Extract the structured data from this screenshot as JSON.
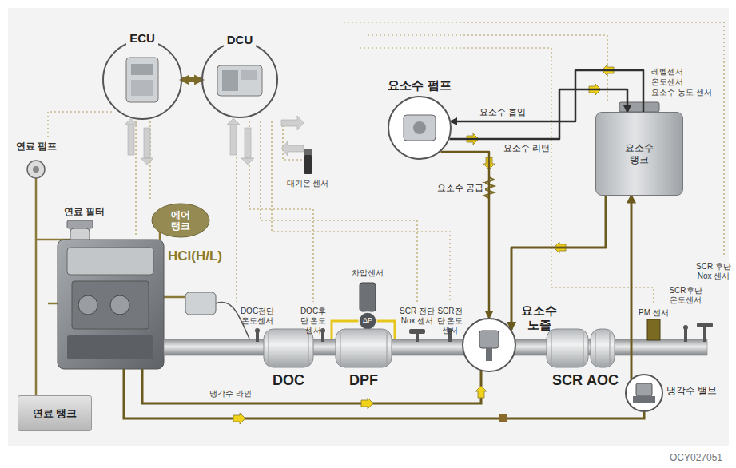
{
  "diagram": {
    "nodes": [
      {
        "text": [
          "ECU"
        ]
      },
      {
        "text": [
          "DCU"
        ]
      },
      {
        "text": [
          "요소수 펌프"
        ]
      },
      {
        "text": [
          "요소수 탱크"
        ]
      },
      {
        "text": [
          "에어 탱크"
        ]
      },
      {
        "text": [
          "DOC"
        ]
      },
      {
        "text": [
          "DPF"
        ]
      },
      {
        "text": [
          "SCR"
        ]
      },
      {
        "text": [
          "AOC"
        ]
      },
      {
        "text": [
          "요소수 노즐"
        ]
      },
      {
        "text": [
          "냉각수 밸브"
        ]
      },
      {
        "text": [
          "연료 탱크"
        ]
      }
    ],
    "edges": [
      {
        "from": 0,
        "to": 1,
        "arrow": "both"
      },
      {
        "from": 3,
        "to": 2,
        "label": "요소수 흡입",
        "arrow": "to"
      },
      {
        "from": 2,
        "to": 3,
        "label": "요소수 리턴",
        "arrow": "to"
      },
      {
        "from": 2,
        "to": 9,
        "label": "요소수 공급",
        "arrow": "to"
      },
      {
        "from": 10,
        "to": 3,
        "arrow": "to"
      },
      {
        "from": 3,
        "to": 9,
        "arrow": "to"
      }
    ],
    "labels": [
      "연료 펌프",
      "연료 필터",
      "HCI(H/L)",
      "DOC전단 온도센서",
      "DOC후단 온도센서",
      "차압센서",
      "ΔP",
      "SCR 전단 Nox 센서",
      "SCR전단 온도센서",
      "대기온 센서",
      "레벨센서",
      "온도센서",
      "요소수 농도 센서",
      "PM 센서",
      "SCR후단 온도센서",
      "SCR 후단 Nox 센서",
      "냉각수 라인",
      "OCY027051"
    ]
  }
}
